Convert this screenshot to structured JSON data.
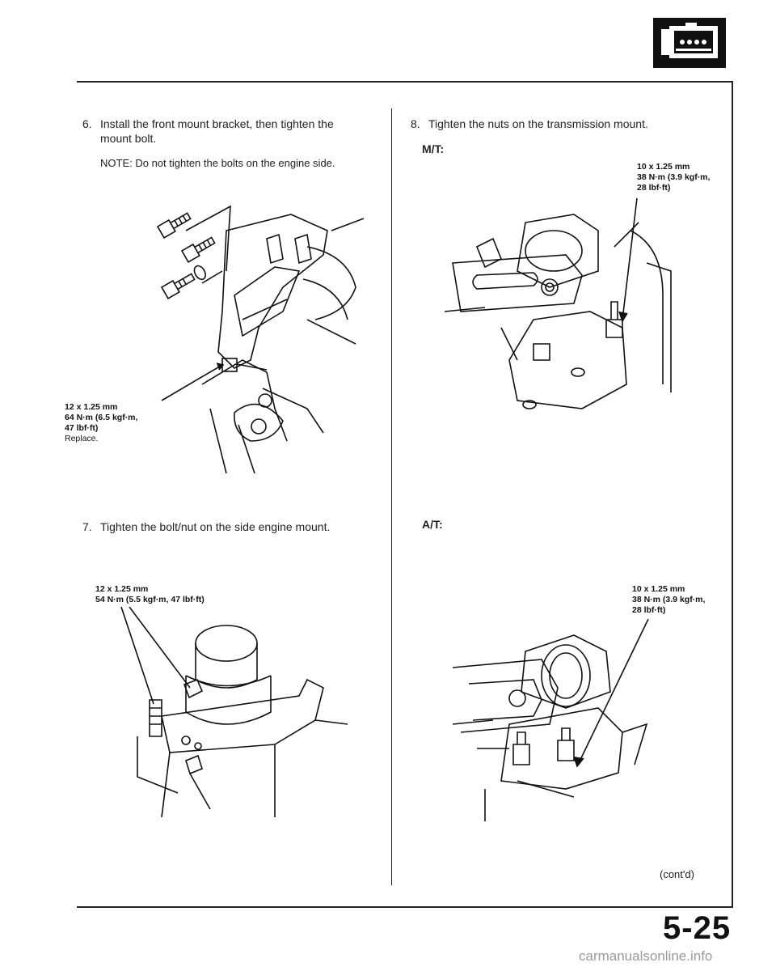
{
  "section_icon": "engine-icon",
  "left": {
    "step6": {
      "number": "6.",
      "text_line1": "Install the front mount bracket, then tighten the",
      "text_line2": "mount bolt.",
      "note": "NOTE: Do not tighten the bolts on the engine side."
    },
    "fig6_callout": {
      "line1": "12 x 1.25 mm",
      "line2": "64 N·m (6.5 kgf·m,",
      "line3": "47 lbf·ft)",
      "line4": "Replace."
    },
    "step7": {
      "number": "7.",
      "text": "Tighten the bolt/nut on the side engine mount."
    },
    "fig7_callout": {
      "line1": "12 x 1.25 mm",
      "line2": "54 N·m (5.5 kgf·m, 47 lbf·ft)"
    }
  },
  "right": {
    "step8": {
      "number": "8.",
      "text": "Tighten the nuts on the transmission mount."
    },
    "mt": {
      "label": "M/T:",
      "callout": {
        "line1": "10 x 1.25 mm",
        "line2": "38 N·m (3.9 kgf·m,",
        "line3": "28 lbf·ft)"
      }
    },
    "at": {
      "label": "A/T:",
      "callout": {
        "line1": "10 x 1.25 mm",
        "line2": "38 N·m (3.9 kgf·m,",
        "line3": "28 lbf·ft)"
      }
    },
    "contd": "(cont'd)"
  },
  "page_number": "5-25",
  "watermark": "carmanualsonline.info"
}
